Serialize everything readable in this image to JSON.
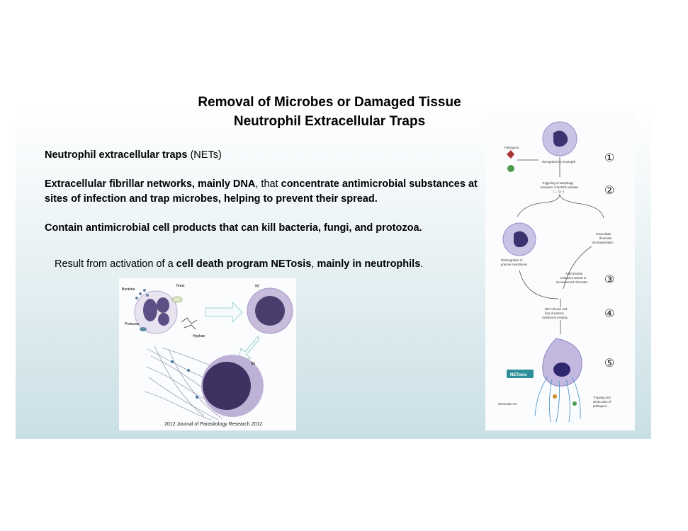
{
  "title_line1": "Removal of Microbes or Damaged Tissue",
  "title_line2": "Neutrophil Extracellular Traps",
  "para1": {
    "bold": "Neutrophil extracellular traps",
    "rest": " (NETs)"
  },
  "para2": {
    "bold1": "Extracellular fibrillar networks, mainly DNA",
    "normal": ", that ",
    "bold2": "concentrate antimicrobial substances at sites of infection and trap microbes, helping to prevent their spread."
  },
  "para3": "Contain antimicrobial cell products that can kill bacteria, fungi, and protozoa.",
  "para4": {
    "pre": "Result from activation of a ",
    "bold": "cell death program NETosis",
    "mid": ", ",
    "bold2": "mainly in neutrophils",
    "end": "."
  },
  "left_figure": {
    "labels": {
      "bacteria": "Bacteria",
      "yeast": "Yeast",
      "protozoa": "Protozoa",
      "hyphae": "Hyphae",
      "a": "(a)",
      "b": "(b)"
    },
    "caption": "2012 Journal of Parasitology Research 2012",
    "colors": {
      "cell": "#7b6a9e",
      "dark": "#3f3263",
      "arrow": "#9fd1cf"
    }
  },
  "right_figure": {
    "pathogens": "Pathogens",
    "recognition": "Recognition by neutrophil",
    "triggering": "Triggering of autophagy",
    "activation": "Activation of NADPH oxidase",
    "o2": "(→ O₂⁻)",
    "disintegration": "Disintegration of",
    "granule": "granule membranes",
    "intracellular": "Intracellular",
    "chromatin": "chromatin",
    "decondensation": "decondensation",
    "antimicrobial": "Antimicrobial",
    "molecules": "molecules adsorb to",
    "decondensed": "decondensed chromatin",
    "net_release": "NET release and",
    "loss": "loss of plasma",
    "integrity": "membrane integrity",
    "netosis": "NETosis",
    "chromatin_net": "Chromatin net",
    "trapping": "Trapping and",
    "destruction": "destruction of",
    "pathogens2": "pathogens",
    "steps": [
      "①",
      "②",
      "③",
      "④",
      "⑤"
    ],
    "colors": {
      "cell": "#8f84c4",
      "badge": "#2c8e9a"
    }
  }
}
